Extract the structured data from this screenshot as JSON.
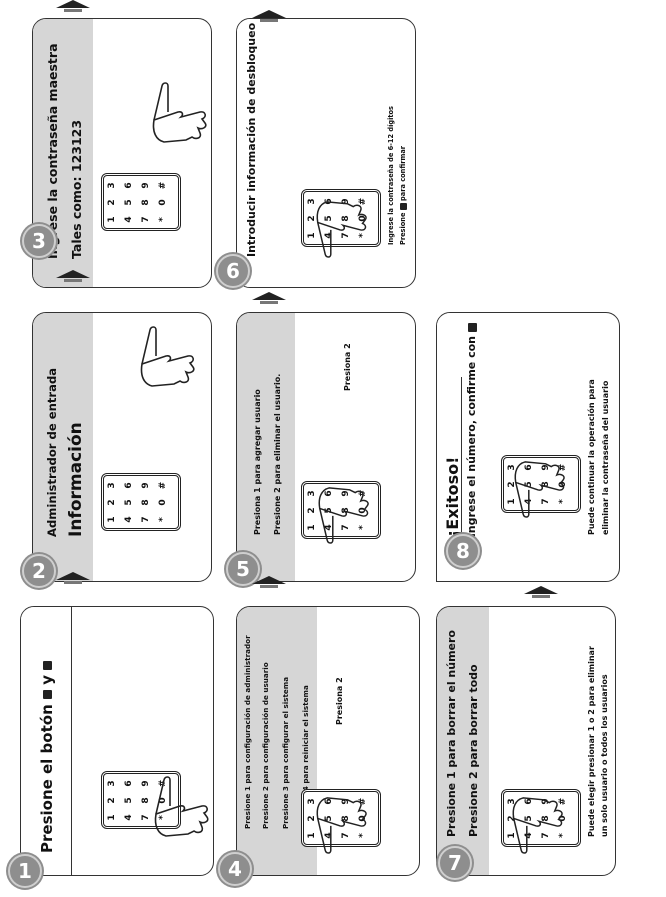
{
  "steps": [
    {
      "number": "1",
      "lines": [
        "Presione el botón",
        "y"
      ]
    },
    {
      "number": "2",
      "lines": [
        "Administrador de entrada",
        "Información"
      ]
    },
    {
      "number": "3",
      "lines": [
        "Ingrese la contraseña maestra",
        "Tales como: 123123"
      ]
    },
    {
      "number": "4",
      "lines": [
        "Presione 1 para configuración de administrador",
        "Presione 2 para configuración de usuario",
        "Presione 3 para configurar el sistema",
        "Presione 4 para reiniciar el sistema",
        "Presiona 2"
      ]
    },
    {
      "number": "5",
      "lines": [
        "Presiona 1 para agregar usuario",
        "Presione 2 para eliminar el usuario.",
        "Presiona 2"
      ]
    },
    {
      "number": "6",
      "lines": [
        "Introducir información de desbloqueo",
        "Ingrese la contraseña de 6-12 dígitos",
        "Presione",
        "para confirmar"
      ]
    },
    {
      "number": "7",
      "lines": [
        "Presione 1 para borrar el número",
        "Presione 2 para borrar todo",
        "Puede elegir presionar 1 o 2 para eliminar",
        "un solo usuario o todos los usuarios"
      ]
    },
    {
      "number": "8",
      "lines": [
        "¡Exitoso!",
        "ingrese el número, confirme con",
        "Puede continuar la operación para",
        "eliminar la contraseña del usuario"
      ]
    }
  ],
  "keypad": [
    "1",
    "2",
    "3",
    "4",
    "5",
    "6",
    "7",
    "8",
    "9",
    "*",
    "0",
    "#"
  ],
  "colors": {
    "header": "#d6d6d6",
    "step_badge": "#8e8e8e",
    "line": "#333333"
  }
}
